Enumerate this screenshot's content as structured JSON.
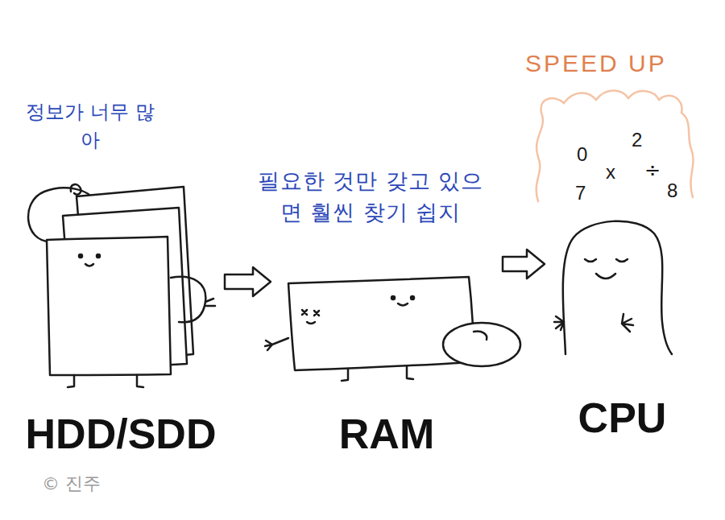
{
  "diagram": {
    "nodes": [
      {
        "text": [
          "HDD/SDD"
        ]
      },
      {
        "text": [
          "RAM"
        ]
      },
      {
        "text": [
          "CPU"
        ]
      }
    ],
    "edges": [
      {
        "from": 0,
        "to": 1,
        "arrow": "to"
      },
      {
        "from": 1,
        "to": 2,
        "arrow": "to"
      }
    ],
    "labels": [
      "정보가 너무 많아",
      "필요한 것만 갖고 있으면 훨씬 찾기 쉽지",
      "SPEED UP",
      "2",
      "0",
      "x",
      "÷",
      "7",
      "8",
      "© 진주"
    ]
  }
}
